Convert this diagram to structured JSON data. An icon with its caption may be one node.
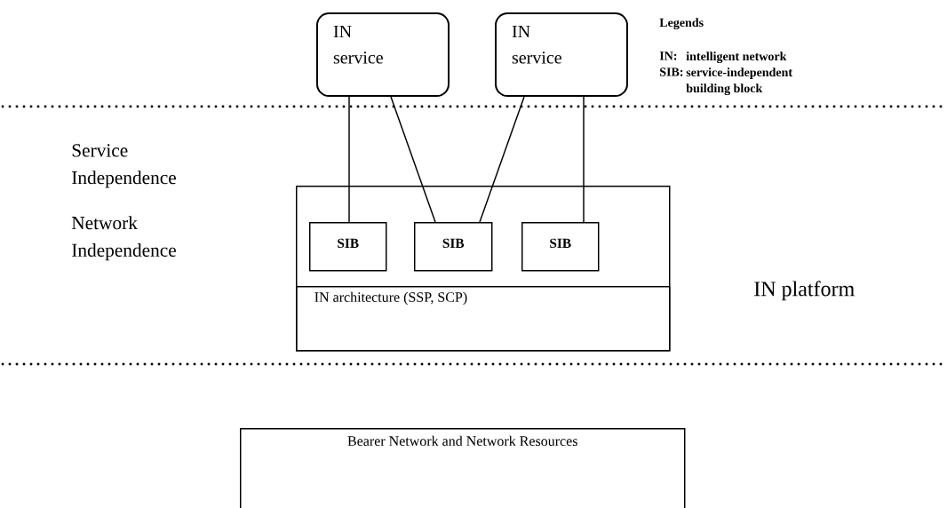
{
  "diagram": {
    "nodes": [
      {
        "text": [
          "IN service"
        ]
      },
      {
        "text": [
          "IN service"
        ]
      },
      {
        "text": [],
        "shape": "box"
      },
      {
        "text": [
          "SIB"
        ],
        "in": 2
      },
      {
        "text": [
          "SIB"
        ],
        "in": 2
      },
      {
        "text": [
          "SIB"
        ],
        "in": 2
      },
      {
        "text": [
          "IN architecture (SSP, SCP)"
        ],
        "in": 2
      },
      {
        "text": [
          "Bearer Network and Network Resources"
        ]
      }
    ],
    "edges": [
      {
        "from": 0,
        "to": 3,
        "arrow": "none"
      },
      {
        "from": 0,
        "to": 4,
        "arrow": "none"
      },
      {
        "from": 1,
        "to": 4,
        "arrow": "none"
      },
      {
        "from": 1,
        "to": 5,
        "arrow": "none"
      }
    ],
    "labels": [
      "Legends",
      "IN:",
      "intelligent network",
      "SIB:",
      "service-independent building block",
      "Service Independence",
      "Network Independence",
      "IN platform"
    ]
  }
}
